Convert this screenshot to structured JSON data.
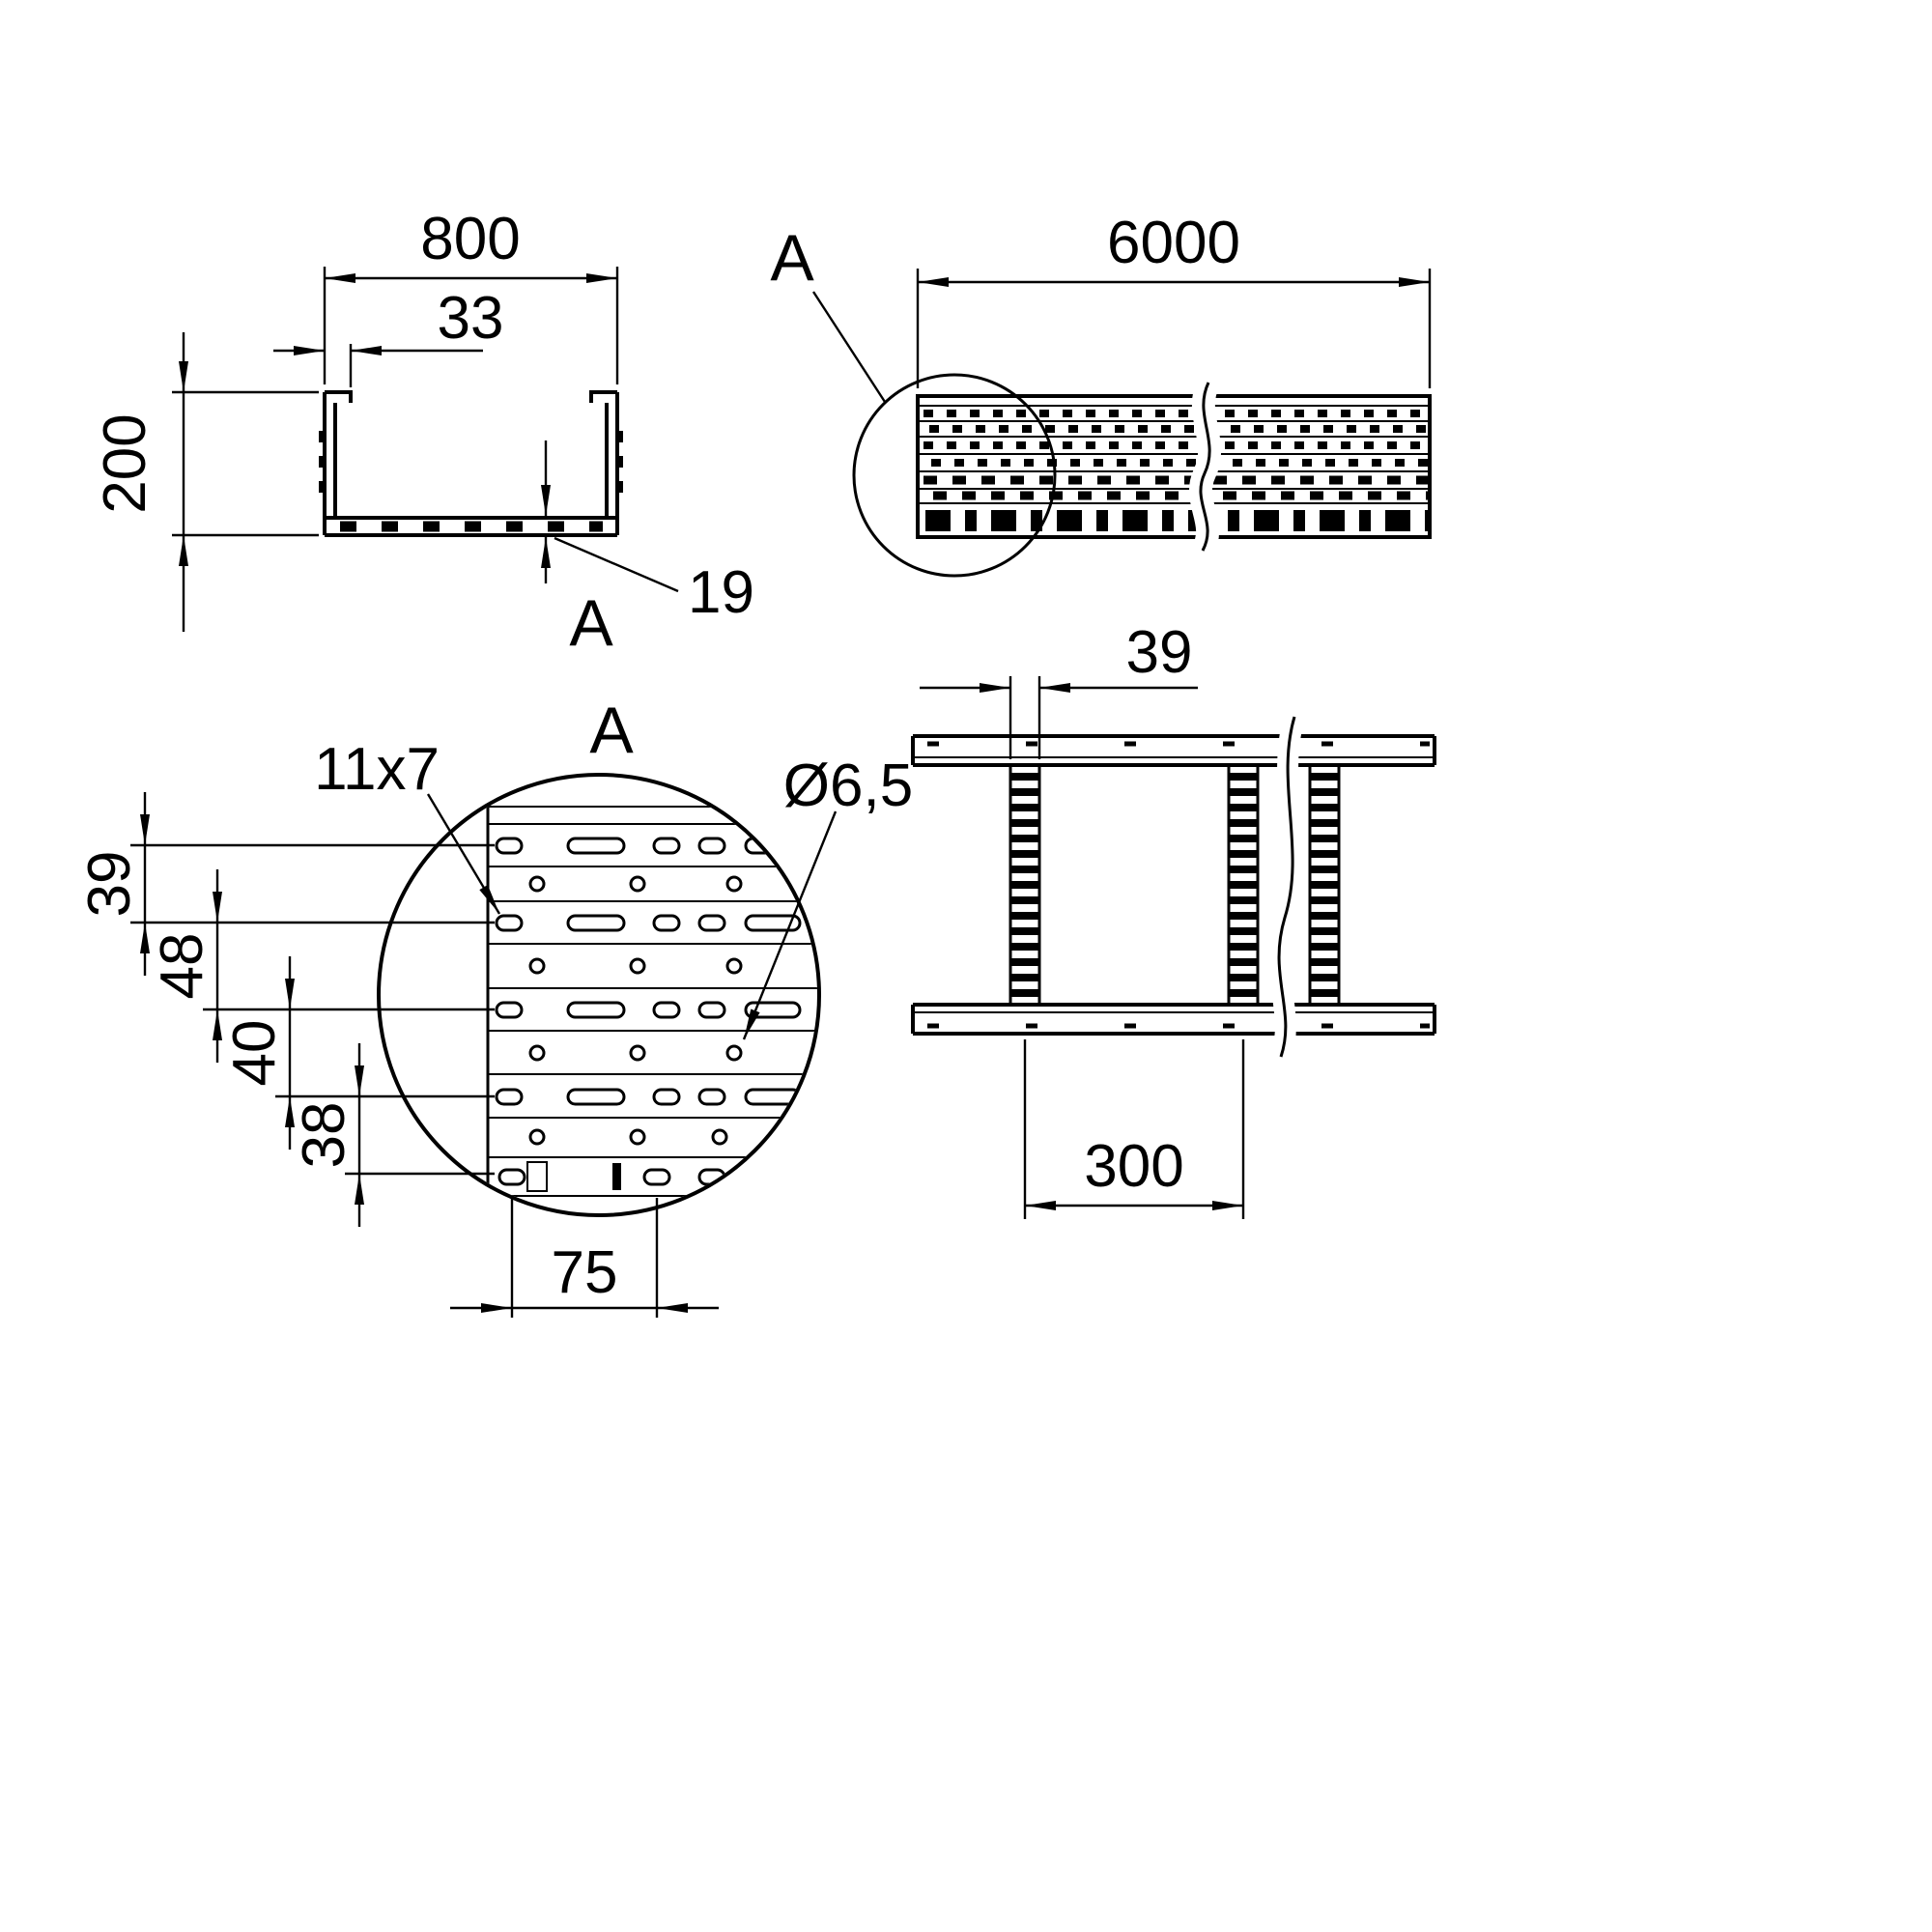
{
  "drawing": {
    "type": "cable-tray technical drawing"
  },
  "views": {
    "cross_section": {
      "dim_width": "800",
      "dim_flange": "33",
      "dim_height": "200",
      "dim_bottom": "19",
      "section_label": "A"
    },
    "side_view": {
      "detail_label": "A",
      "dim_length": "6000"
    },
    "detail_a": {
      "view_label": "A",
      "slot_size": "11x7",
      "hole_diameter": "Ø6,5",
      "pitch_1": "39",
      "pitch_2": "48",
      "pitch_3": "40",
      "pitch_4": "38",
      "slot_pitch": "75"
    },
    "plan_view": {
      "rung_width": "39",
      "rung_pitch": "300"
    }
  }
}
